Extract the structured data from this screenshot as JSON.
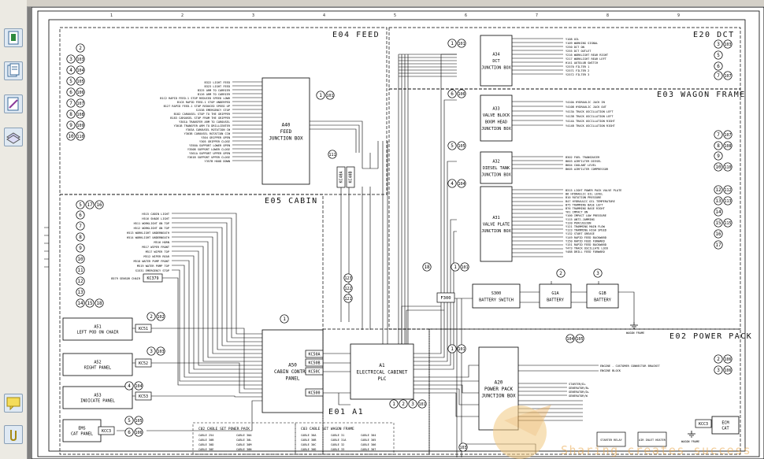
{
  "viewer": {
    "sidebar_icons": [
      "pages-icon",
      "documents-icon",
      "signatures-icon",
      "layers-icon",
      "comments-icon",
      "attachments-icon"
    ]
  },
  "zones": {
    "e04": "E04 FEED",
    "e05": "E05 CABIN",
    "e20": "E20 DCT",
    "e03": "E03 WAGON FRAME",
    "e02": "E02 POWER PACK",
    "e01": "E01 A1"
  },
  "boxes": {
    "a40": [
      "A40",
      "FEED",
      "JUNCTION BOX"
    ],
    "a50": [
      "A50",
      "CABIN CONTROL",
      "PANEL"
    ],
    "a1": [
      "A1",
      "ELECTRICAL CABINET",
      "PLC"
    ],
    "a34": [
      "A34",
      "DCT",
      "JUNCTION BOX"
    ],
    "a33": [
      "A33",
      "VALVE BLOCK",
      "BOOM HEAD",
      "JUNCTION BOX"
    ],
    "a32": [
      "A32",
      "DIESEL TANK",
      "JUNCTION BOX"
    ],
    "a31": [
      "A31",
      "VALVE PLATE",
      "JUNCTION BOX"
    ],
    "s300": [
      "S300",
      "BATTERY SWITCH"
    ],
    "g1a": [
      "G1A",
      "BATTERY"
    ],
    "g1b": [
      "G1B",
      "BATTERY"
    ],
    "a20": [
      "A20",
      "POWER PACK",
      "JUNCTION BOX"
    ],
    "a51": [
      "A51",
      "LEFT POD ON CHAIR"
    ],
    "a52": [
      "A52",
      "RIGHT PANEL"
    ],
    "a53": [
      "A53",
      "INDICATE PANEL"
    ],
    "ems": [
      "EMS",
      "CAT PANEL"
    ],
    "ecm": [
      "ECM",
      "CAT"
    ],
    "f300": "F300"
  },
  "connectors": {
    "kc51": "KC51",
    "kc52": "KC52",
    "kc53": "KC53",
    "kcc3": "KCC3",
    "kcc3b": "KCC3",
    "kc379": "KC379",
    "kc50a": "KC50A",
    "kc50b": "KC50B",
    "kc50c": "KC50C",
    "kc500": "KC500",
    "kc40a": "KC40A",
    "kc40b": "KC40B"
  },
  "callouts": [
    {
      "k": "c1",
      "n": "1",
      "r": "101"
    },
    {
      "k": "c2",
      "n": "2",
      "r": ""
    },
    {
      "k": "c3",
      "n": "3",
      "r": "103"
    },
    {
      "k": "c4",
      "n": "4",
      "r": "104"
    },
    {
      "k": "c5",
      "n": "5",
      "r": "105"
    },
    {
      "k": "c6",
      "n": "6",
      "r": "106"
    },
    {
      "k": "c7",
      "n": "7",
      "r": "107"
    },
    {
      "k": "c8",
      "n": "8",
      "r": "108"
    },
    {
      "k": "c9",
      "n": "9",
      "r": "109"
    },
    {
      "k": "c10",
      "n": "10",
      "r": "110"
    },
    {
      "k": "c111",
      "n": "111",
      "r": ""
    },
    {
      "k": "c5b",
      "n": "5",
      "r": "17",
      "r2": "16"
    },
    {
      "k": "c6b",
      "n": "6",
      "r": ""
    },
    {
      "k": "c7b",
      "n": "7",
      "r": ""
    },
    {
      "k": "c8b",
      "n": "8",
      "r": ""
    },
    {
      "k": "c9b",
      "n": "9",
      "r": ""
    },
    {
      "k": "c10b",
      "n": "10",
      "r": ""
    },
    {
      "k": "c11b",
      "n": "11",
      "r": ""
    },
    {
      "k": "c12b",
      "n": "12",
      "r": ""
    },
    {
      "k": "c13b",
      "n": "13",
      "r": ""
    },
    {
      "k": "c14b",
      "n": "14",
      "r": "15",
      "r2": "18"
    },
    {
      "k": "c2b",
      "n": "2",
      "r": "102"
    },
    {
      "k": "c3b",
      "n": "3",
      "r": "103"
    },
    {
      "k": "c4b",
      "n": "4",
      "r": "104"
    },
    {
      "k": "c5c",
      "n": "5",
      "r": "105"
    },
    {
      "k": "c6c",
      "n": "6",
      "r": "106"
    },
    {
      "k": "c1b",
      "n": "1",
      "r": ""
    },
    {
      "k": "c123",
      "n": "123",
      "r": ""
    },
    {
      "k": "c122",
      "n": "122",
      "r": ""
    },
    {
      "k": "c121",
      "n": "121",
      "r": ""
    },
    {
      "k": "c18",
      "n": "18",
      "r": ""
    },
    {
      "k": "c1c",
      "n": "1",
      "r": "101"
    },
    {
      "k": "c2c",
      "n": "2",
      "r": ""
    },
    {
      "k": "c3c",
      "n": "3",
      "r": ""
    },
    {
      "k": "c1d",
      "n": "1",
      "r": "101"
    },
    {
      "k": "c6d",
      "n": "6",
      "r": "106"
    },
    {
      "k": "c5d",
      "n": "5",
      "r": "105"
    },
    {
      "k": "c4d",
      "n": "4",
      "r": "104"
    },
    {
      "k": "c1e",
      "n": "1",
      "r": "101"
    },
    {
      "k": "c1f",
      "n": "1",
      "r": "101"
    },
    {
      "k": "c104",
      "n": "104",
      "r": "105"
    },
    {
      "k": "c103",
      "n": "103",
      "r": ""
    },
    {
      "k": "cA1",
      "n": "1",
      "r": "2",
      "r2": "3",
      "r3": "101"
    }
  ],
  "right_callouts": [
    {
      "n": "3",
      "r": "103"
    },
    {
      "n": "5",
      "r": ""
    },
    {
      "n": "6",
      "r": ""
    },
    {
      "n": "7",
      "r": "107"
    },
    {
      "n": "7",
      "r": "107"
    },
    {
      "n": "8",
      "r": "108"
    },
    {
      "n": "9",
      "r": ""
    },
    {
      "n": "10",
      "r": "110"
    },
    {
      "n": "12",
      "r": "112"
    },
    {
      "n": "13",
      "r": "113"
    },
    {
      "n": "14",
      "r": ""
    },
    {
      "n": "15",
      "r": "115"
    },
    {
      "n": "16",
      "r": ""
    },
    {
      "n": "17",
      "r": ""
    },
    {
      "n": "2",
      "r": "106"
    },
    {
      "n": "3",
      "r": "106"
    }
  ],
  "a40_signals": [
    "B322 LIGHT FEED",
    "B323 LIGHT FEED",
    "B325 ARM TO CARRIER",
    "B126 ARM TO CARRIER",
    "B1C2 RAPID FEED-1 STOP REDUCED SPEED LOWR",
    "B1C8 RAPID FEED-1 STOP UNDERPED",
    "B127 RAPID FEED-1 STOP REDUCED SPEED UP",
    "S1538 EMERGENCY STOP",
    "B182 CAROUSEL STOP TO THE GRIPPER",
    "B183 CAROUSEL STOP FROM THE GRIPPER",
    "Y301A TRANSFER ARM TO CAROUSEL",
    "Y301B TRANSFER ARM TO DRILLCENTER",
    "Y303A CAROUSEL ROTATION CW",
    "Y303B CAROUSEL ROTATION CCW",
    "Y304 GRIPPER OPEN",
    "Y305 GRIPPER CLOSE",
    "Y350A SUPPORT LOWER OPEN",
    "Y350B SUPPORT LOWER CLOSE",
    "Y361A SUPPORT UPPER OPEN",
    "Y361B SUPPORT UPPER CLOSE",
    "Y357B HOOD DOWN"
  ],
  "e05_signals": [
    "H515 CABIN LIGHT",
    "H516 SHADE LIGHT",
    "H511 WORKLIGHT ON TOP",
    "H512 WORKLIGHT ON TOP",
    "H513 WORKLIGHT UNDERNEATH",
    "H514 WORKLIGHT UNDERNEATH",
    "M516 HORN",
    "M517 WIPER FRONT",
    "M517 WIPER TOP",
    "M512 WIPER REAR",
    "M518 WATER PUMP FRONT",
    "M519 WATER PUMP TOP",
    "S1531 EMERGENCY STOP",
    "B579 SENSOR CHAIR"
  ],
  "a34_signals": [
    "Y108 OIL",
    "Y109 WORKING SIGNAL",
    "Y250 DCT ON",
    "Y255 DCT OUTLET",
    "Y216 WORKLIGHT REAR RIGHT",
    "Y217 WORKLIGHT REAR LEFT",
    "H141 AUTOLUB SWITCH",
    "Y2570 FILTER 1",
    "Y2571 FILTER 2",
    "Y2572 FILTER 3"
  ],
  "a33_signals": [
    "Y410A HYDRAULIC JACK IN",
    "Y410B HYDRAULIC JACK OUT",
    "Y413A TRACK OSCILLATION LEFT",
    "Y413B TRACK OSCILLATION LEFT",
    "Y414A TRACK OSCILLATION RIGHT",
    "Y414B TRACK OSCILLATION RIGHT"
  ],
  "a32_signals": [
    "B302 FUEL TRANSDUCER",
    "B603 AIRFILTER DIESEL",
    "B604 COOLANT LEVEL",
    "B605 AIRFILTER COMPRESSOR"
  ],
  "a31_signals": [
    "B315 LIGHT POWER PACK VALVE PLATE",
    "B6 HYDRAULIC OIL LEVEL",
    "B10 ROTATION PRESSURE",
    "B47 HYDRAULIC OIL TEMPERATURE",
    "B75 TRAMMING BASE LEFT",
    "B76 TRAMMING BASE RIGHT",
    "Y61 IMPACT ON",
    "Y100 IMPACT LOW PRESSURE",
    "Y115 ANTI-JAMMING",
    "Y120 PERCUSSION",
    "Y121 TRAMMING MAIN FLOW",
    "Y123 TRAMMING HIGH SPEED",
    "Y132 START GREASE",
    "Y149 RAPID FEED BACKWARD",
    "Y150 RAPID FEED FORWARD",
    "Y151 RAPID FEED BACKWARD",
    "Y473 TRACK OSCILLATE LOCK",
    "Y488 DRILL FEED FORWARD"
  ],
  "a20_signals": [
    "ENGINE - CUSTOMER CONNECTOR BRACKET",
    "ENGINE BLOCK",
    "STARTER/D+",
    "GENERATOR/B+",
    "GENERATOR/D+",
    "GENERATOR/W"
  ],
  "tables": {
    "t1_title": "C02 CABLE SET POWER PACK",
    "t1_rows": [
      [
        "CABLE 254",
        "CABLE 30A"
      ],
      [
        "CABLE 30B",
        "CABLE 30L"
      ],
      [
        "CABLE 30D",
        "CABLE 30M"
      ],
      [
        "CABLE 30E",
        "CABLE 30N"
      ]
    ],
    "t2_title": "C03 CABLE SET WAGON FRAME",
    "t2_rows": [
      [
        "CABLE 30A",
        "CABLE 31",
        "CABLE 304"
      ],
      [
        "CABLE 30B",
        "CABLE 31A",
        "CABLE 305"
      ],
      [
        "CABLE 30C",
        "CABLE 32",
        "CABLE 306"
      ],
      [
        "CABLE 30D",
        "CABLE 33",
        "CABLE 307"
      ]
    ]
  },
  "misc": {
    "watermark": "Sharing creates success",
    "ground1": "WAGON FRAME",
    "ground2": "WAGON FRAME",
    "relay1": "STARTER RELAY",
    "relay2": "AIR INLET HEATER"
  }
}
